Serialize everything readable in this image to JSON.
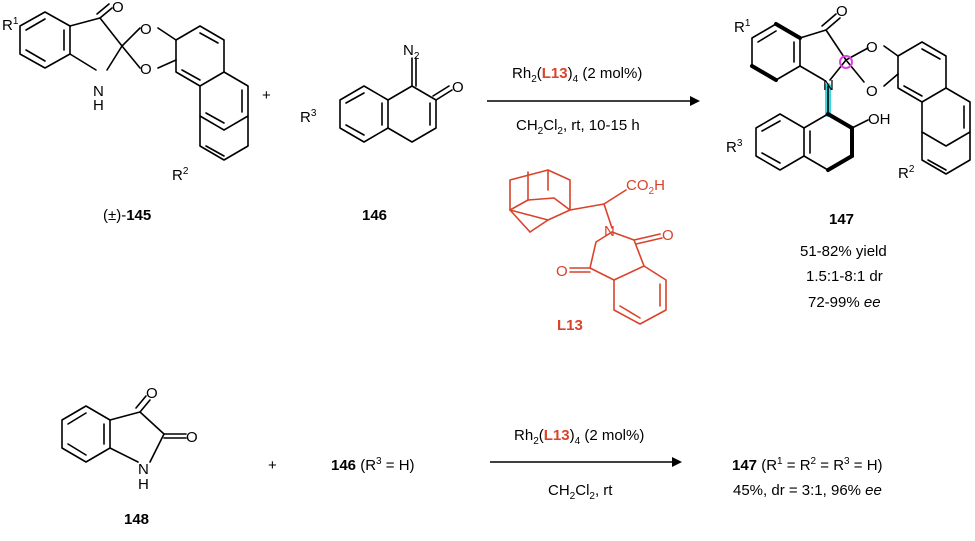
{
  "colors": {
    "ligand": "#d9432a",
    "highlight_axis": "#39d8e0",
    "highlight_center": "#e040e8",
    "ink": "#000000"
  },
  "scheme1": {
    "reactant1": {
      "label_prefix": "(±)-",
      "label_num": "145",
      "r1": "R",
      "r1_sup": "1",
      "r2": "R",
      "r2_sup": "2"
    },
    "plus": "+",
    "reactant2": {
      "label": "146",
      "r3": "R",
      "r3_sup": "3",
      "n2": "N",
      "n2_sub": "2"
    },
    "conditions": {
      "catalyst_pre": "Rh",
      "catalyst_sub": "2",
      "catalyst_open": "(",
      "ligand": "L13",
      "catalyst_close": ")",
      "catalyst_sub2": "4",
      "catalyst_loading": " (2 mol%)",
      "solvent_ch": "CH",
      "solvent_sub1": "2",
      "solvent_cl": "Cl",
      "solvent_sub2": "2",
      "solvent_rest": ", rt, 10-15 h"
    },
    "ligand_structure": {
      "label": "L13",
      "co2h": "CO",
      "co2h_sub": "2",
      "co2h_h": "H"
    },
    "product": {
      "label": "147",
      "yield": "51-82% yield",
      "dr": "1.5:1-8:1 dr",
      "ee_value": "72-99% ",
      "ee_unit": "ee"
    }
  },
  "scheme2": {
    "reactant1": {
      "label": "148"
    },
    "plus": "+",
    "reactant2": {
      "label": "146",
      "cond_open": " (R",
      "sup": "3",
      "cond_close": " = H)"
    },
    "conditions": {
      "catalyst_pre": "Rh",
      "catalyst_sub": "2",
      "catalyst_open": "(",
      "ligand": "L13",
      "catalyst_close": ")",
      "catalyst_sub2": "4",
      "catalyst_loading": " (2 mol%)",
      "solvent_ch": "CH",
      "solvent_sub1": "2",
      "solvent_cl": "Cl",
      "solvent_sub2": "2",
      "solvent_rest": ", rt"
    },
    "product": {
      "label": "147",
      "subst_open": " (R",
      "s1": "1",
      "eq1": " = R",
      "s2": "2",
      "eq2": " = R",
      "s3": "3",
      "subst_close": " = H)",
      "result": "45%, dr = 3:1, 96% ",
      "ee_unit": "ee"
    }
  }
}
